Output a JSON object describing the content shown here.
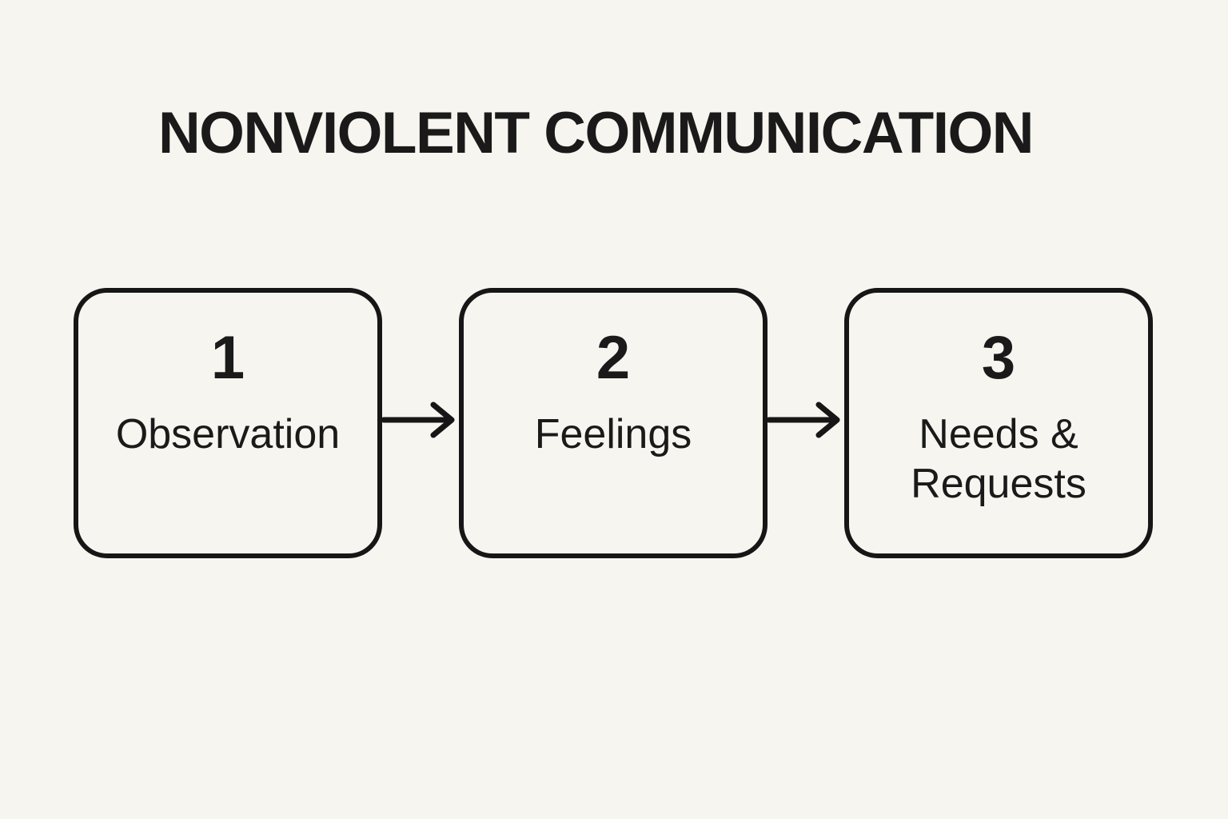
{
  "title": "NONVIOLENT COMMUNICATION",
  "colors": {
    "background": "#F7F5EF",
    "ink": "#1A1A1A",
    "box_border": "#161616"
  },
  "steps": [
    {
      "number": "1",
      "label": "Observation"
    },
    {
      "number": "2",
      "label": "Feelings"
    },
    {
      "number": "3",
      "label": "Needs & Requests"
    }
  ],
  "arrows": [
    {
      "name": "arrow-1",
      "direction": "right"
    },
    {
      "name": "arrow-2",
      "direction": "right"
    }
  ]
}
